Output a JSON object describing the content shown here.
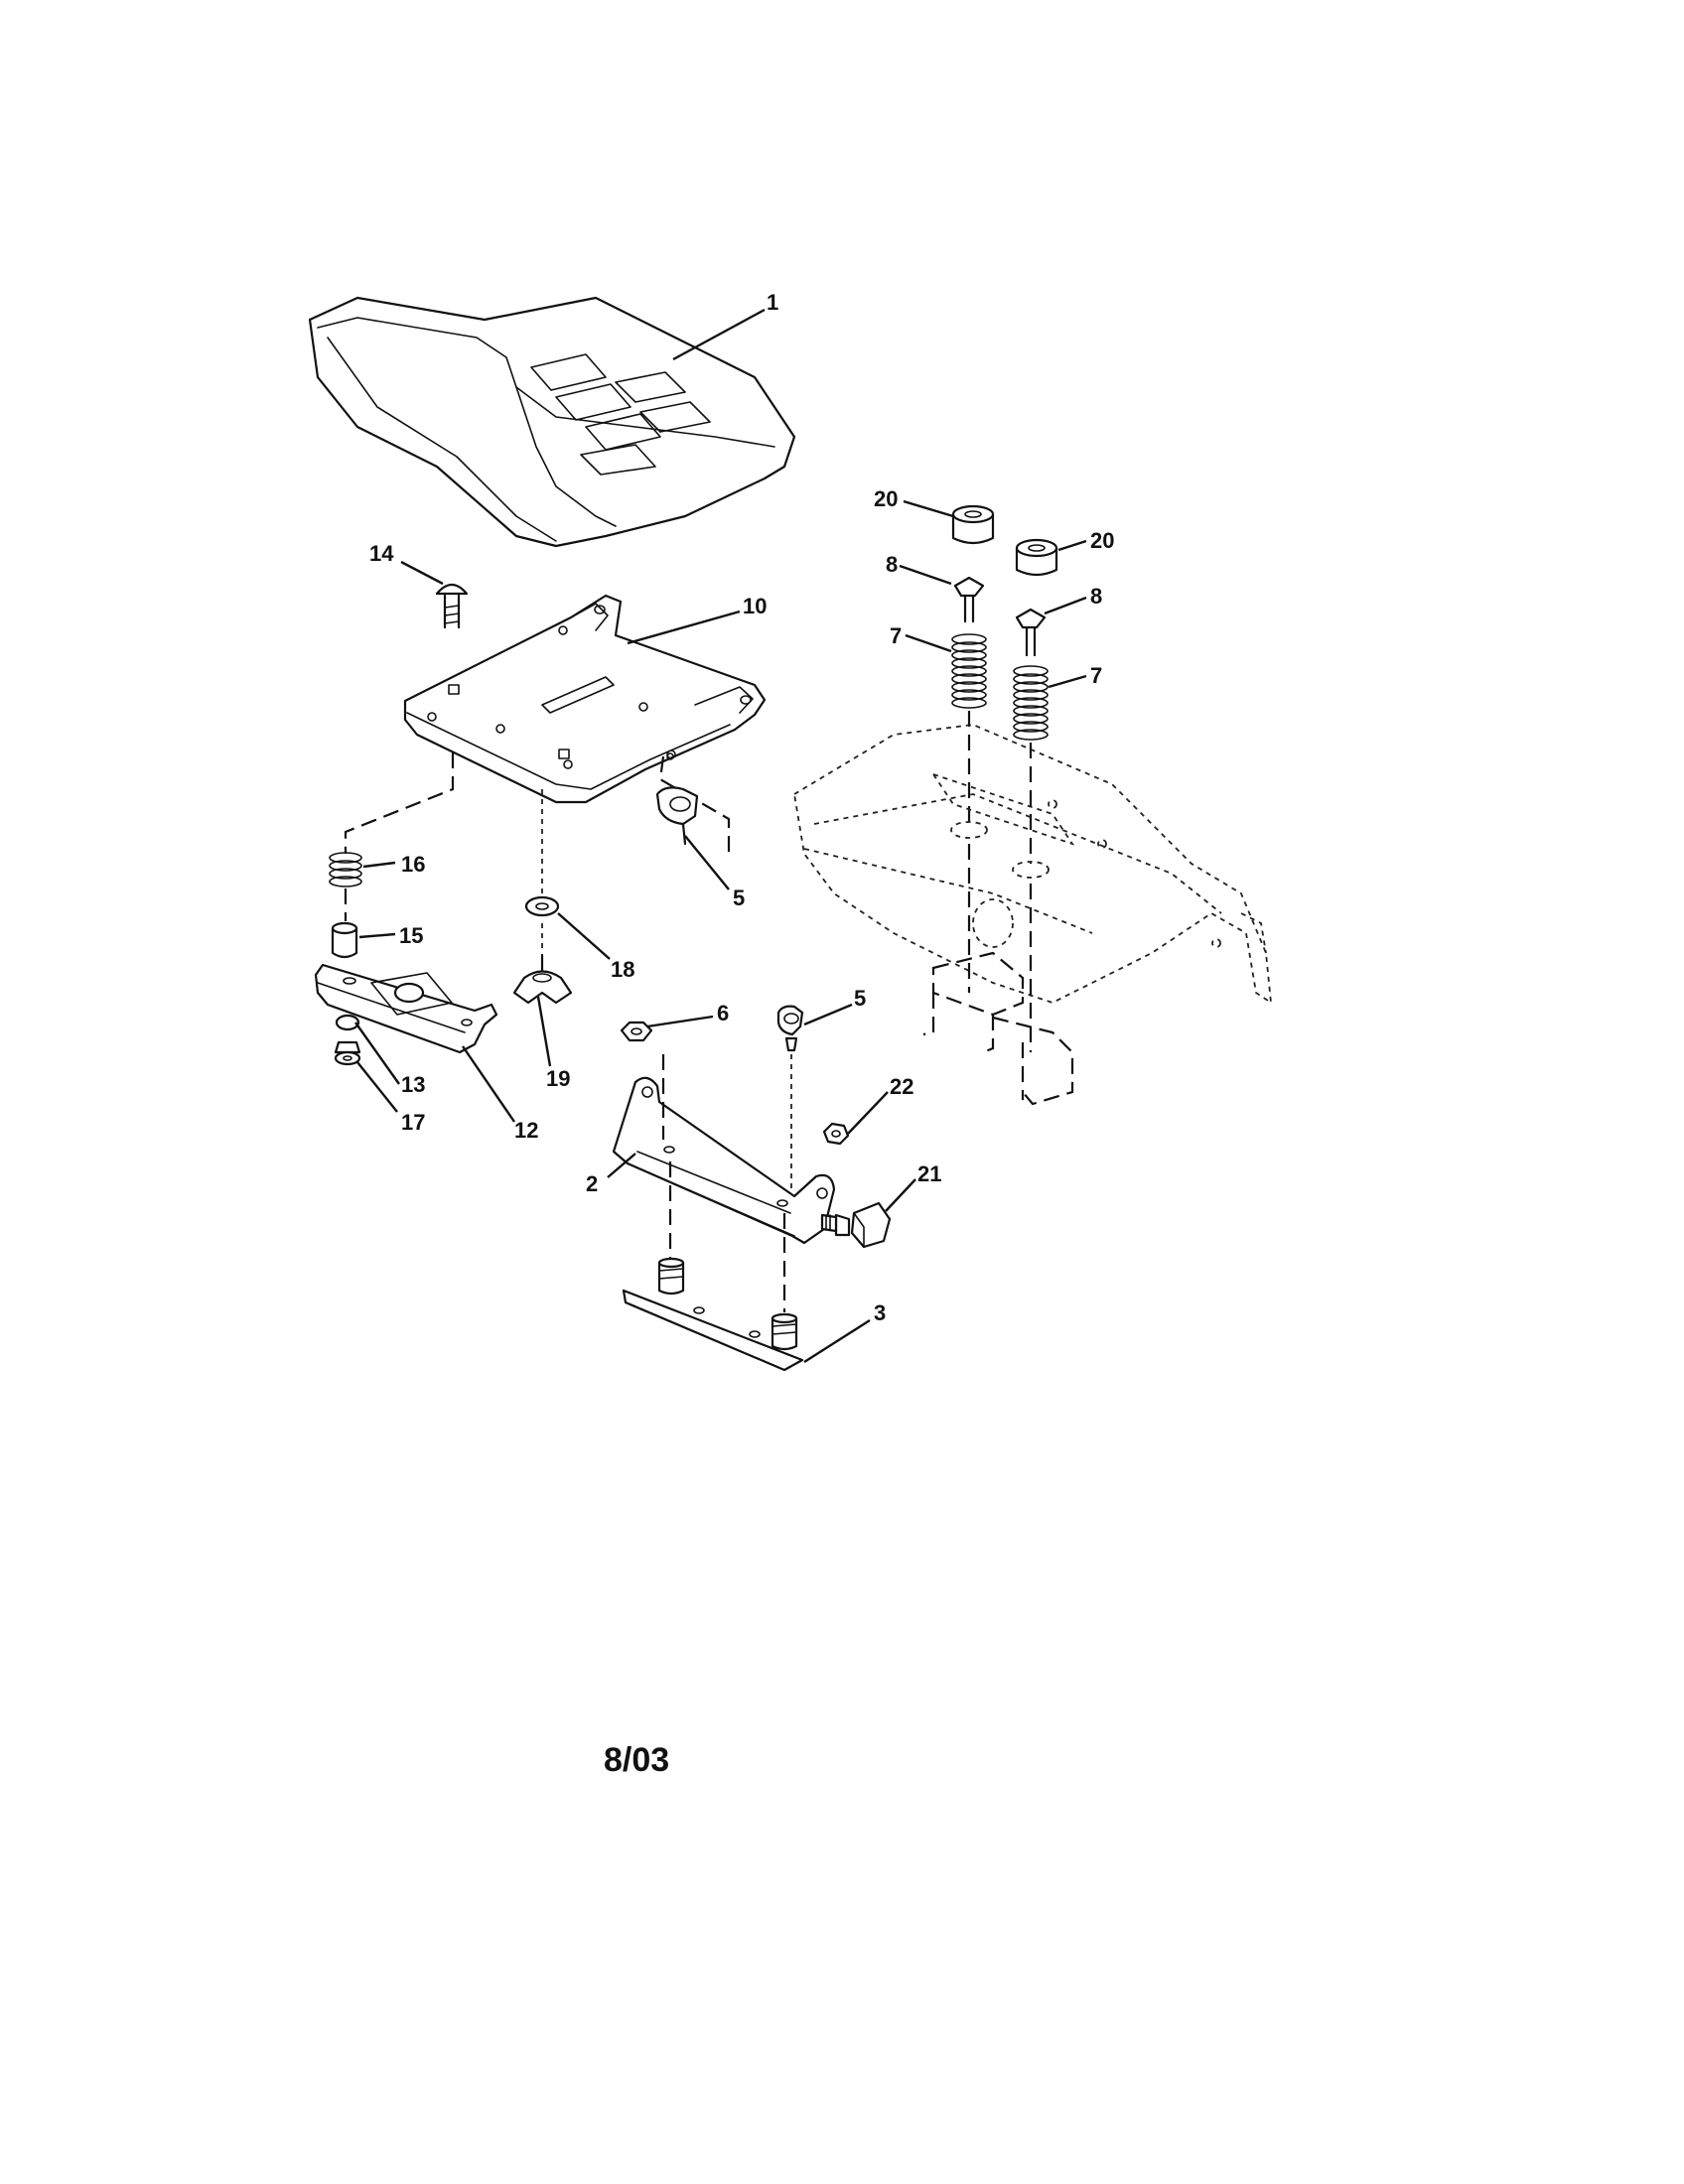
{
  "part_labels": {
    "p1": "1",
    "p2": "2",
    "p3": "3",
    "p5a": "5",
    "p5b": "5",
    "p6": "6",
    "p7a": "7",
    "p7b": "7",
    "p8a": "8",
    "p8b": "8",
    "p10": "10",
    "p12": "12",
    "p13": "13",
    "p14": "14",
    "p15": "15",
    "p16": "16",
    "p17": "17",
    "p18": "18",
    "p19": "19",
    "p20a": "20",
    "p20b": "20",
    "p21": "21",
    "p22": "22"
  },
  "date_code": "8/03"
}
